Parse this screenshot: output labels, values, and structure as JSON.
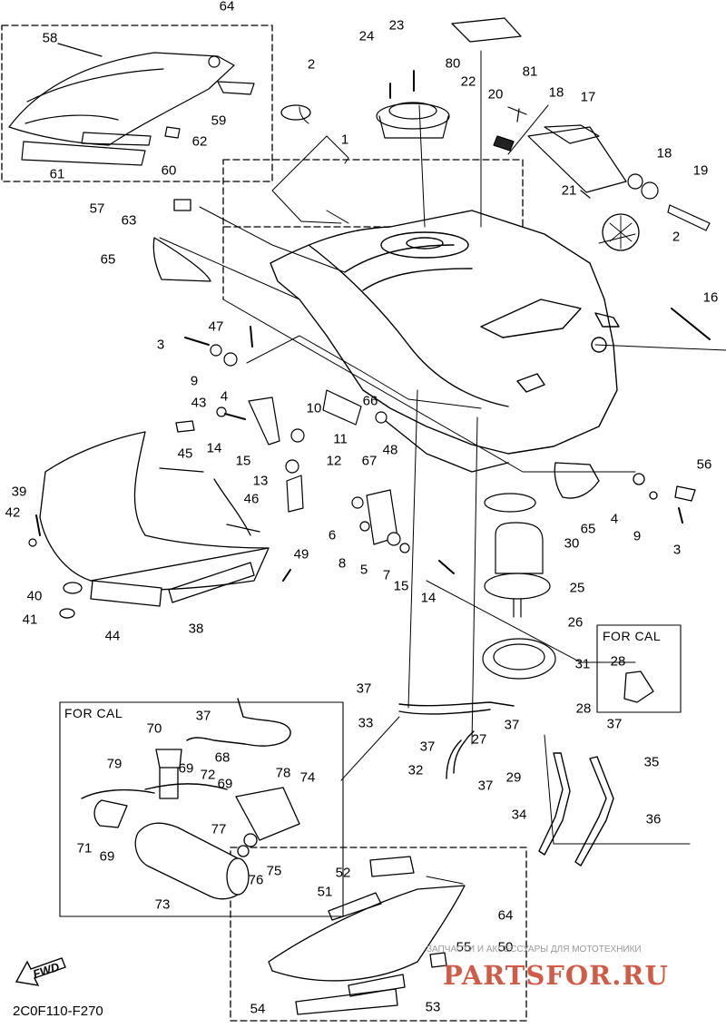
{
  "diagram": {
    "code": "2C0F110-F270",
    "fwd_label": "FWD",
    "for_cal_main": "FOR CAL",
    "for_cal_side": "FOR CAL",
    "watermark": {
      "subtitle": "ЗАПЧАСТИ И АКСЕССУАРЫ ДЛЯ МОТОТЕХНИКИ",
      "site": "PARTSFOR.RU"
    }
  },
  "callouts": [
    {
      "id": "64a",
      "label": "64"
    },
    {
      "id": "58",
      "label": "58"
    },
    {
      "id": "2a",
      "label": "2"
    },
    {
      "id": "24",
      "label": "24"
    },
    {
      "id": "23",
      "label": "23"
    },
    {
      "id": "80",
      "label": "80"
    },
    {
      "id": "81",
      "label": "81"
    },
    {
      "id": "22",
      "label": "22"
    },
    {
      "id": "20",
      "label": "20"
    },
    {
      "id": "18a",
      "label": "18"
    },
    {
      "id": "17",
      "label": "17"
    },
    {
      "id": "59",
      "label": "59"
    },
    {
      "id": "62",
      "label": "62"
    },
    {
      "id": "61",
      "label": "61"
    },
    {
      "id": "60",
      "label": "60"
    },
    {
      "id": "1",
      "label": "1"
    },
    {
      "id": "18b",
      "label": "18"
    },
    {
      "id": "19",
      "label": "19"
    },
    {
      "id": "21",
      "label": "21"
    },
    {
      "id": "57",
      "label": "57"
    },
    {
      "id": "63",
      "label": "63"
    },
    {
      "id": "2b",
      "label": "2"
    },
    {
      "id": "65a",
      "label": "65"
    },
    {
      "id": "16",
      "label": "16"
    },
    {
      "id": "47",
      "label": "47"
    },
    {
      "id": "3a",
      "label": "3"
    },
    {
      "id": "9a",
      "label": "9"
    },
    {
      "id": "4a",
      "label": "4"
    },
    {
      "id": "10",
      "label": "10"
    },
    {
      "id": "66",
      "label": "66"
    },
    {
      "id": "43",
      "label": "43"
    },
    {
      "id": "14a",
      "label": "14"
    },
    {
      "id": "15a",
      "label": "15"
    },
    {
      "id": "11",
      "label": "11"
    },
    {
      "id": "48",
      "label": "48"
    },
    {
      "id": "45",
      "label": "45"
    },
    {
      "id": "12",
      "label": "12"
    },
    {
      "id": "67",
      "label": "67"
    },
    {
      "id": "56",
      "label": "56"
    },
    {
      "id": "13",
      "label": "13"
    },
    {
      "id": "46",
      "label": "46"
    },
    {
      "id": "39",
      "label": "39"
    },
    {
      "id": "42",
      "label": "42"
    },
    {
      "id": "6",
      "label": "6"
    },
    {
      "id": "4b",
      "label": "4"
    },
    {
      "id": "9b",
      "label": "9"
    },
    {
      "id": "3b",
      "label": "3"
    },
    {
      "id": "30",
      "label": "30"
    },
    {
      "id": "65b",
      "label": "65"
    },
    {
      "id": "8",
      "label": "8"
    },
    {
      "id": "5",
      "label": "5"
    },
    {
      "id": "7",
      "label": "7"
    },
    {
      "id": "15b",
      "label": "15"
    },
    {
      "id": "49",
      "label": "49"
    },
    {
      "id": "25",
      "label": "25"
    },
    {
      "id": "40",
      "label": "40"
    },
    {
      "id": "41",
      "label": "41"
    },
    {
      "id": "44",
      "label": "44"
    },
    {
      "id": "38",
      "label": "38"
    },
    {
      "id": "14b",
      "label": "14"
    },
    {
      "id": "26",
      "label": "26"
    },
    {
      "id": "28a",
      "label": "28"
    },
    {
      "id": "31",
      "label": "31"
    },
    {
      "id": "37a",
      "label": "37"
    },
    {
      "id": "37b",
      "label": "37"
    },
    {
      "id": "33",
      "label": "33"
    },
    {
      "id": "28b",
      "label": "28"
    },
    {
      "id": "70",
      "label": "70"
    },
    {
      "id": "68",
      "label": "68"
    },
    {
      "id": "37c",
      "label": "37"
    },
    {
      "id": "27",
      "label": "27"
    },
    {
      "id": "37d",
      "label": "37"
    },
    {
      "id": "37e",
      "label": "37"
    },
    {
      "id": "35",
      "label": "35"
    },
    {
      "id": "79",
      "label": "79"
    },
    {
      "id": "69a",
      "label": "69"
    },
    {
      "id": "72",
      "label": "72"
    },
    {
      "id": "69b",
      "label": "69"
    },
    {
      "id": "78",
      "label": "78"
    },
    {
      "id": "74",
      "label": "74"
    },
    {
      "id": "32",
      "label": "32"
    },
    {
      "id": "37f",
      "label": "37"
    },
    {
      "id": "29",
      "label": "29"
    },
    {
      "id": "34",
      "label": "34"
    },
    {
      "id": "36",
      "label": "36"
    },
    {
      "id": "71",
      "label": "71"
    },
    {
      "id": "69c",
      "label": "69"
    },
    {
      "id": "77",
      "label": "77"
    },
    {
      "id": "75",
      "label": "75"
    },
    {
      "id": "76",
      "label": "76"
    },
    {
      "id": "73",
      "label": "73"
    },
    {
      "id": "52",
      "label": "52"
    },
    {
      "id": "51",
      "label": "51"
    },
    {
      "id": "64b",
      "label": "64"
    },
    {
      "id": "55",
      "label": "55"
    },
    {
      "id": "50",
      "label": "50"
    },
    {
      "id": "54",
      "label": "54"
    },
    {
      "id": "53",
      "label": "53"
    }
  ]
}
